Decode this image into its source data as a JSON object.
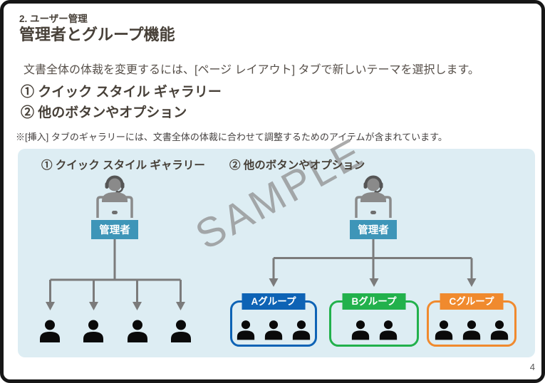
{
  "header": {
    "kicker": "2. ユーザー管理",
    "title": "管理者とグループ機能"
  },
  "intro": {
    "body": "文書全体の体裁を変更するには、[ページ レイアウト] タブで新しいテーマを選択します。",
    "item1": "① クイック スタイル ギャラリー",
    "item2": "② 他のボタンやオプション",
    "note": "※[挿入] タブのギャラリーには、文書全体の体裁に合わせて調整するためのアイテムが含まれています。"
  },
  "diagram": {
    "watermark": "SAMPLE",
    "left": {
      "heading": "① クイック スタイル ギャラリー",
      "admin_label": "管理者",
      "member_count": 4
    },
    "right": {
      "heading": "② 他のボタンやオプション",
      "admin_label": "管理者",
      "groups": [
        {
          "label": "Aグループ",
          "color": "#0e63b5",
          "members": 3
        },
        {
          "label": "Bグループ",
          "color": "#22b14c",
          "members": 2
        },
        {
          "label": "Cグループ",
          "color": "#f08a2e",
          "members": 3
        }
      ]
    },
    "colors": {
      "panel_bg": "#ddedf3",
      "admin_box": "#3e95b8",
      "connector": "#7b7b7b",
      "person": "#0a0a0a",
      "watermark": "#8f8f8f"
    }
  },
  "footer": {
    "page_number": "4"
  }
}
